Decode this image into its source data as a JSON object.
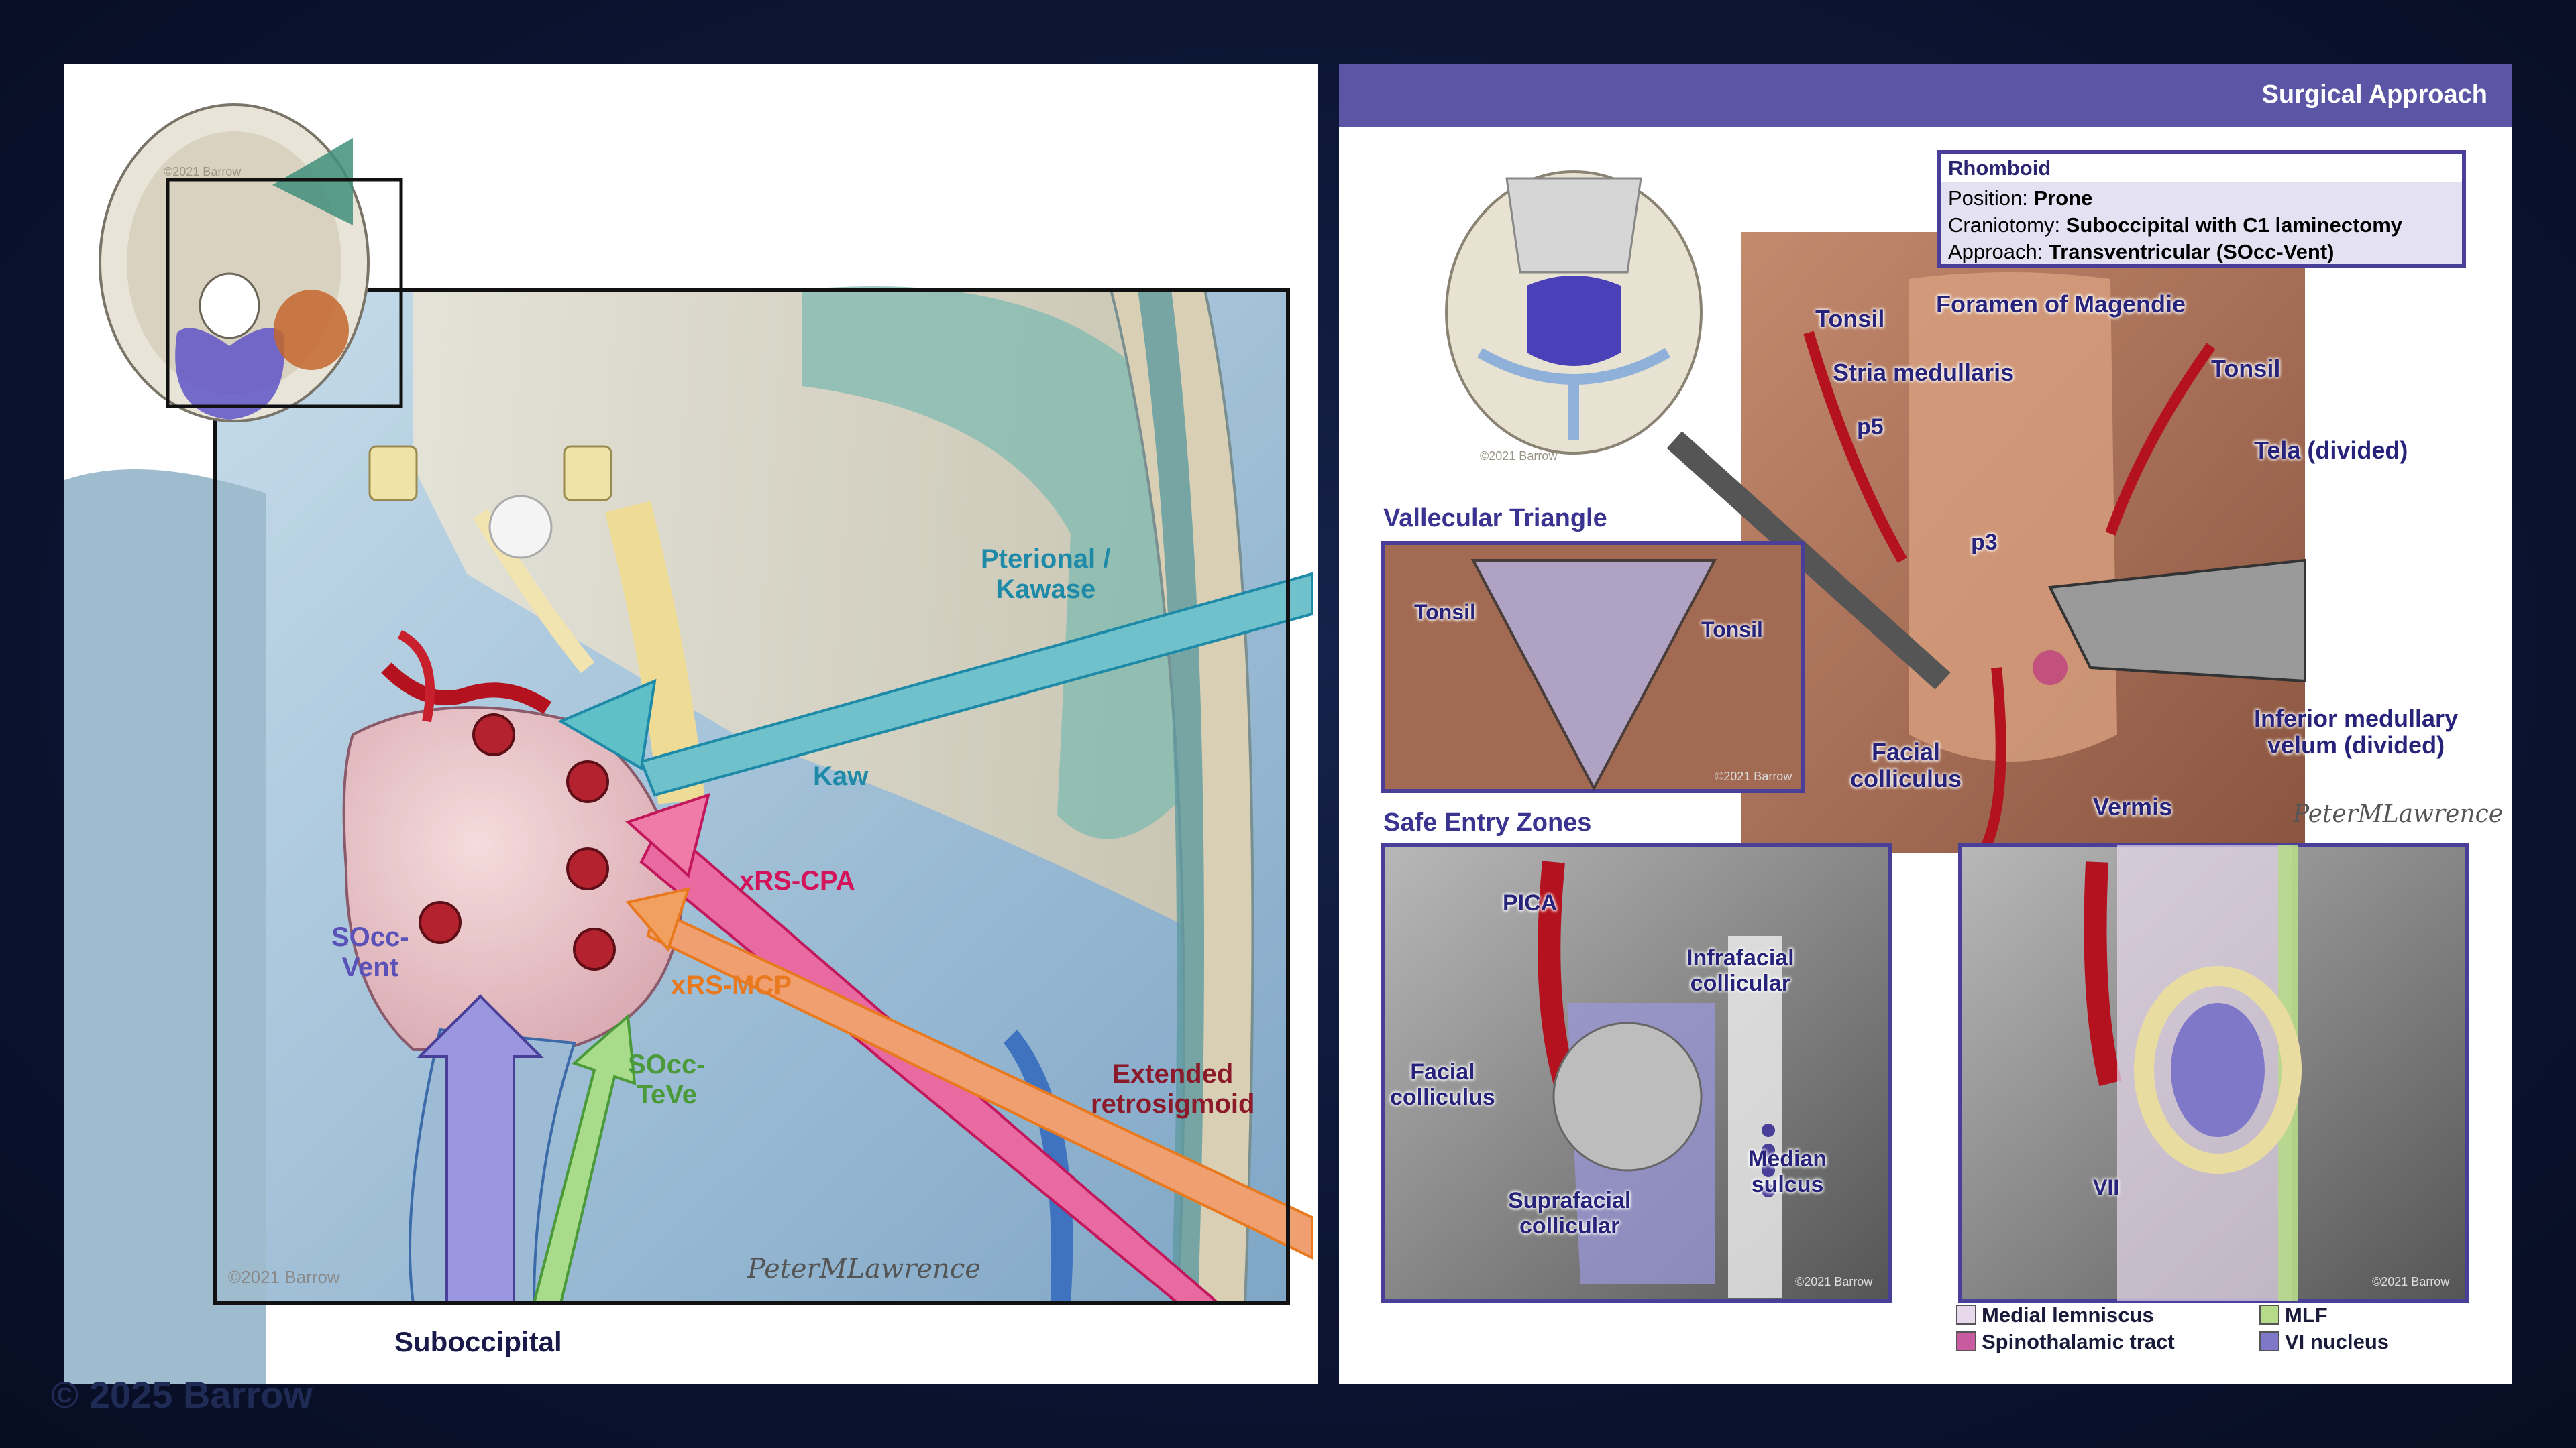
{
  "left": {
    "labels": {
      "pterional": "Pterional /\nKawase",
      "kaw": "Kaw",
      "xrs_cpa": "xRS-CPA",
      "xrs_mcp": "xRS-MCP",
      "socc_vent": "SOcc-\nVent",
      "socc_teve": "SOcc-\nTeVe",
      "extended": "Extended\nretrosigmoid",
      "suboccipital": "Suboccipital"
    },
    "copyright": "©2021 Barrow",
    "signature": "PeterMLawrence",
    "skull_watermark": "©2021 Barrow"
  },
  "right": {
    "header": "Surgical Approach",
    "info": {
      "title": "Rhomboid",
      "position_label": "Position:",
      "position_value": "Prone",
      "craniotomy_label": "Craniotomy:",
      "craniotomy_value": "Suboccipital with C1 laminectomy",
      "approach_label": "Approach:",
      "approach_value": "Transventricular (SOcc-Vent)"
    },
    "main_labels": {
      "tonsil_left": "Tonsil",
      "foramen": "Foramen of Magendie",
      "stria": "Stria medullaris",
      "tonsil_right": "Tonsil",
      "p5": "p5",
      "tela": "Tela (divided)",
      "p3": "p3",
      "inferior": "Inferior medullary\nvelum (divided)",
      "facial": "Facial\ncolliculus",
      "vermis": "Vermis"
    },
    "vallecular": {
      "title": "Vallecular Triangle",
      "tonsil_left": "Tonsil",
      "tonsil_right": "Tonsil",
      "copyright": "©2021 Barrow"
    },
    "safe_entry": {
      "title": "Safe Entry Zones",
      "pica": "PICA",
      "infrafacial": "Infrafacial\ncollicular",
      "facial": "Facial\ncolliculus",
      "median": "Median\nsulcus",
      "suprafacial": "Suprafacial\ncollicular",
      "vii": "VII",
      "copyright_a": "©2021 Barrow",
      "copyright_b": "©2021 Barrow"
    },
    "legend": [
      {
        "label": "Medial lemniscus",
        "color": "#e8d8ec"
      },
      {
        "label": "Spinothalamic tract",
        "color": "#c85aa0"
      },
      {
        "label": "MLF",
        "color": "#b7d98a"
      },
      {
        "label": "VI nucleus",
        "color": "#7f78c8"
      }
    ],
    "signature": "PeterMLawrence",
    "skull_watermark": "©2021 Barrow"
  },
  "watermark": "© 2025 Barrow",
  "colors": {
    "navy": "#27227a",
    "teal": "#1e8aa8",
    "pink": "#d4145a",
    "orange": "#e8791f",
    "purple_arrow": "#6f6ac8",
    "green_arrow": "#6cbf4a",
    "maroon": "#8b1a2a",
    "header": "#5b55a5"
  }
}
